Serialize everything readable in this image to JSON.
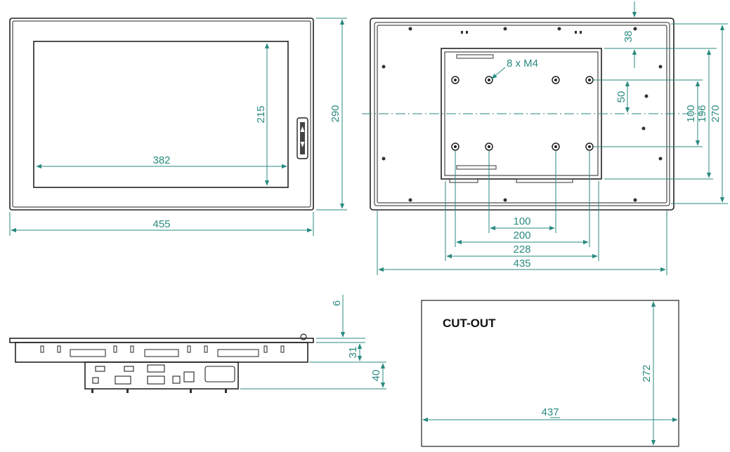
{
  "front_view": {
    "screen_width": "382",
    "screen_height": "215",
    "overall_width": "455",
    "overall_height": "290"
  },
  "rear_view": {
    "mount_label": "8 x M4",
    "top_offset": "38",
    "hole_offset": "50",
    "vesa_100_h": "100",
    "span_196": "196",
    "span_270": "270",
    "vesa_100_w": "100",
    "span_200": "200",
    "span_228": "228",
    "width_435": "435"
  },
  "side_view": {
    "bezel_depth": "6",
    "body_depth": "31",
    "box_depth": "40"
  },
  "cutout": {
    "title": "CUT-OUT",
    "width": "437",
    "height": "272"
  },
  "colors": {
    "dimension": "#2a8a80",
    "outline": "#222222"
  }
}
